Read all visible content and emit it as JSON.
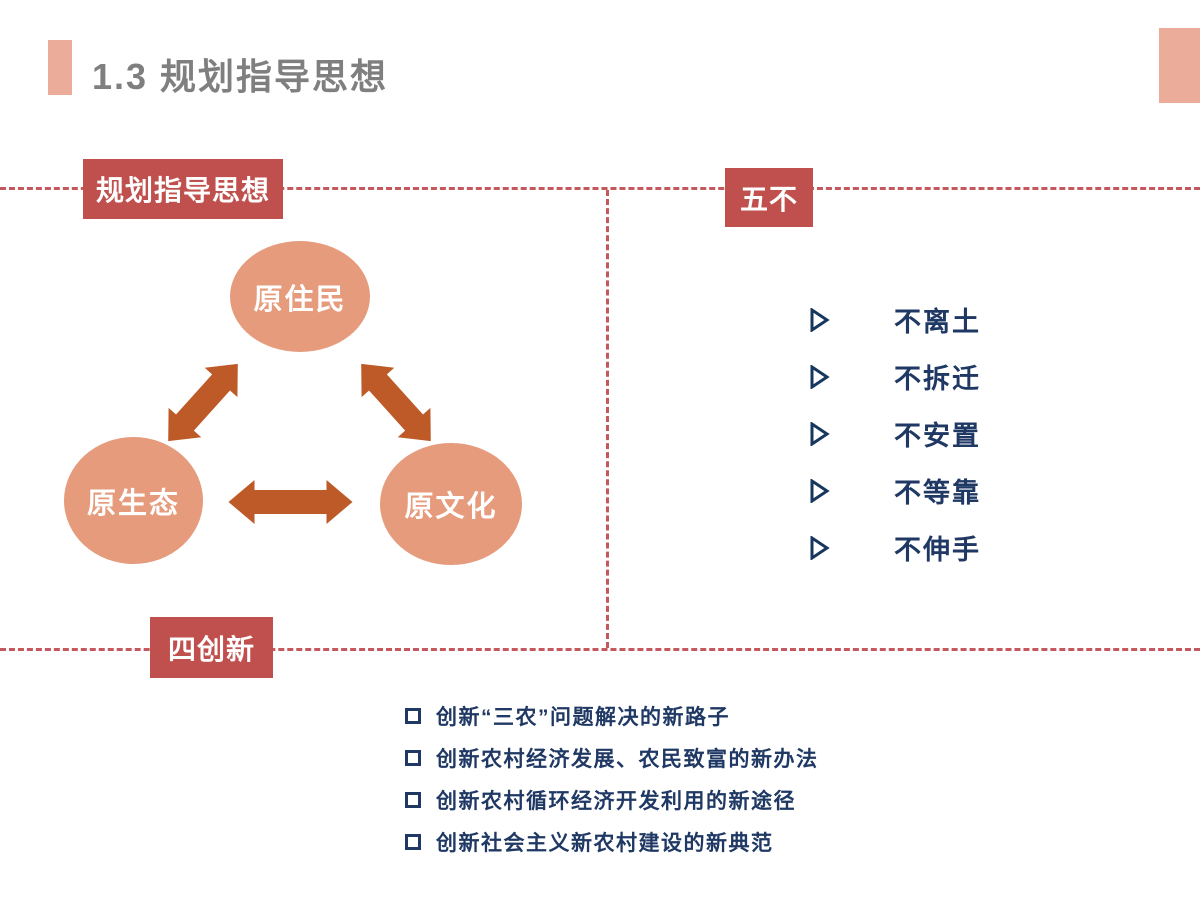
{
  "header": {
    "title": "1.3 规划指导思想"
  },
  "colors": {
    "accent_pink": "#EBAC99",
    "label_box_red": "#C0504D",
    "circle_fill": "#E59B7C",
    "arrow_orange": "#BD5A28",
    "list_text_navy": "#1F3864",
    "dashed_line_red": "#C4585C",
    "title_gray": "#7F7F7F"
  },
  "diagram": {
    "label": "规划指导思想",
    "nodes": [
      {
        "label": "原住民"
      },
      {
        "label": "原生态"
      },
      {
        "label": "原文化"
      }
    ]
  },
  "five_nots": {
    "label": "五不",
    "bullet_icon": "arrowhead-right",
    "items": [
      "不离土",
      "不拆迁",
      "不安置",
      "不等靠",
      "不伸手"
    ]
  },
  "four_innovations": {
    "label": "四创新",
    "bullet_icon": "hollow-square",
    "items": [
      "创新“三农”问题解决的新路子",
      "创新农村经济发展、农民致富的新办法",
      "创新农村循环经济开发利用的新途径",
      "创新社会主义新农村建设的新典范"
    ]
  }
}
